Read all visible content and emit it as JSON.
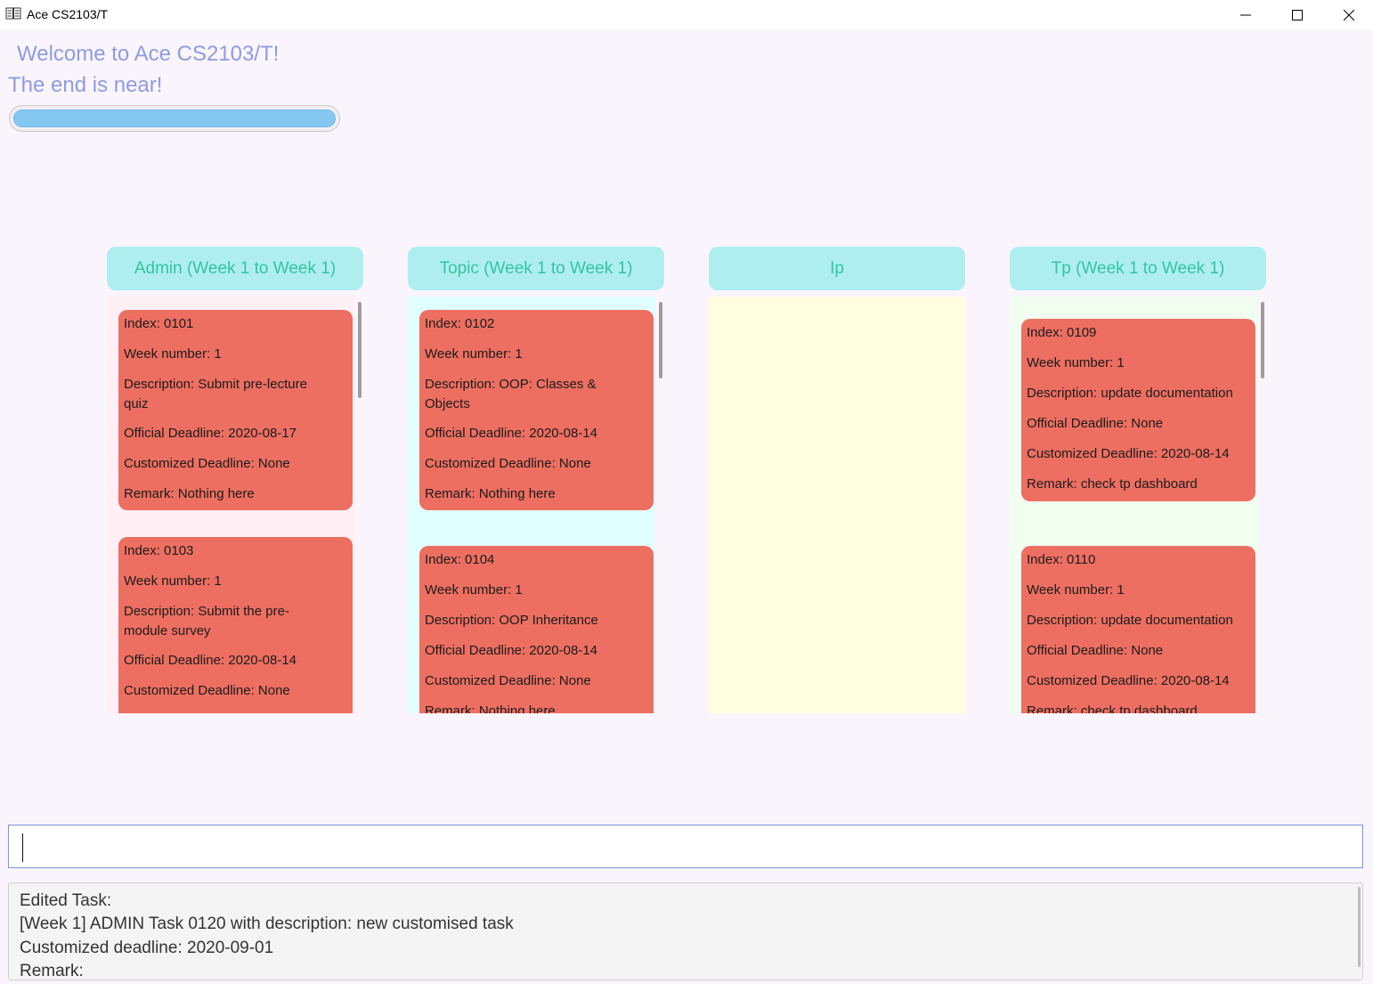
{
  "window": {
    "title": "Ace CS2103/T",
    "icon": "book-icon"
  },
  "header": {
    "welcome": "Welcome to Ace CS2103/T!",
    "tagline": "The end is near!",
    "progress": 1.0
  },
  "colors": {
    "header_bg": "#afeeee",
    "header_text": "#33c5a4",
    "card": "#ed6f61",
    "admin_bg": "#fff0f5",
    "topic_bg": "#e0ffff",
    "ip_bg": "#ffffe0",
    "tp_bg": "#f0fff0"
  },
  "columns": [
    {
      "title": "Admin (Week 1 to Week 1)",
      "cards": [
        {
          "index": "Index: 0101",
          "week": "Week number: 1",
          "description": "Description: Submit pre-lecture quiz",
          "official": "Official Deadline: 2020-08-17",
          "customized": "Customized Deadline: None",
          "remark": "Remark: Nothing here"
        },
        {
          "index": "Index: 0103",
          "week": "Week number: 1",
          "description": "Description: Submit the pre-module survey",
          "official": "Official Deadline: 2020-08-14",
          "customized": "Customized Deadline: None",
          "remark": ""
        }
      ]
    },
    {
      "title": "Topic (Week 1 to Week 1)",
      "cards": [
        {
          "index": "Index: 0102",
          "week": "Week number: 1",
          "description": "Description: OOP: Classes & Objects",
          "official": "Official Deadline: 2020-08-14",
          "customized": "Customized Deadline: None",
          "remark": "Remark: Nothing here"
        },
        {
          "index": "Index: 0104",
          "week": "Week number: 1",
          "description": "Description: OOP Inheritance",
          "official": "Official Deadline: 2020-08-14",
          "customized": "Customized Deadline: None",
          "remark": "Remark: Nothing here"
        }
      ]
    },
    {
      "title": "Ip",
      "cards": []
    },
    {
      "title": "Tp (Week 1 to Week 1)",
      "cards": [
        {
          "index": "Index: 0109",
          "week": "Week number: 1",
          "description": "Description: update documentation",
          "official": "Official Deadline: None",
          "customized": "Customized Deadline: 2020-08-14",
          "remark": "Remark: check tp dashboard"
        },
        {
          "index": "Index: 0110",
          "week": "Week number: 1",
          "description": "Description: update documentation",
          "official": "Official Deadline: None",
          "customized": "Customized Deadline: 2020-08-14",
          "remark": "Remark: check tp dashboard"
        }
      ]
    }
  ],
  "command_box": {
    "value": ""
  },
  "result": {
    "lines": [
      "Edited Task:",
      "[Week 1] ADMIN Task 0120 with description: new customised task",
      "Customized deadline: 2020-09-01",
      "Remark:"
    ]
  }
}
